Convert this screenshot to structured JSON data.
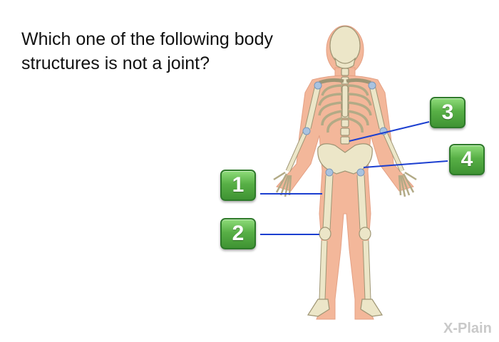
{
  "question": "Which one of the following body structures is not a joint?",
  "markers": [
    {
      "label": "1"
    },
    {
      "label": "2"
    },
    {
      "label": "3"
    },
    {
      "label": "4"
    }
  ],
  "logo": "X-Plain",
  "colors": {
    "marker_green": "#58b046",
    "leader_line": "#1c3fd0",
    "skin": "#f3b79a",
    "bone": "#ece6c8"
  }
}
